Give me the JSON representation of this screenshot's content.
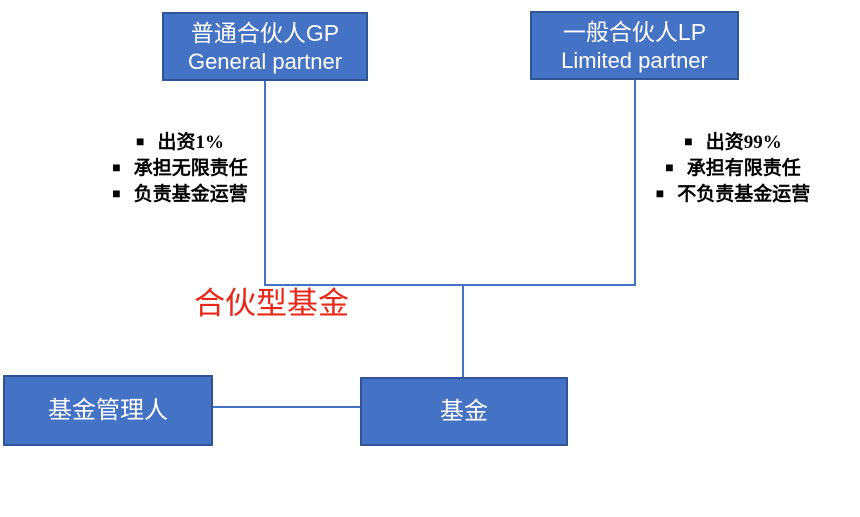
{
  "title": {
    "text": "合伙型基金"
  },
  "boxes": {
    "gp": {
      "line1": "普通合伙人GP",
      "line2": "General partner"
    },
    "lp": {
      "line1": "一般合伙人LP",
      "line2": "Limited partner"
    },
    "manager": {
      "label": "基金管理人"
    },
    "fund": {
      "label": "基金"
    }
  },
  "notes": {
    "bullet": "■",
    "gp": [
      "出资1%",
      "承担无限责任",
      "负责基金运营"
    ],
    "lp": [
      "出资99%",
      "承担有限责任",
      "不负责基金运营"
    ]
  },
  "colors": {
    "box_fill": "#4472c4",
    "box_border": "#2f5597",
    "connector": "#4472c4",
    "title_red": "#e8291a",
    "note_text": "#000000"
  }
}
